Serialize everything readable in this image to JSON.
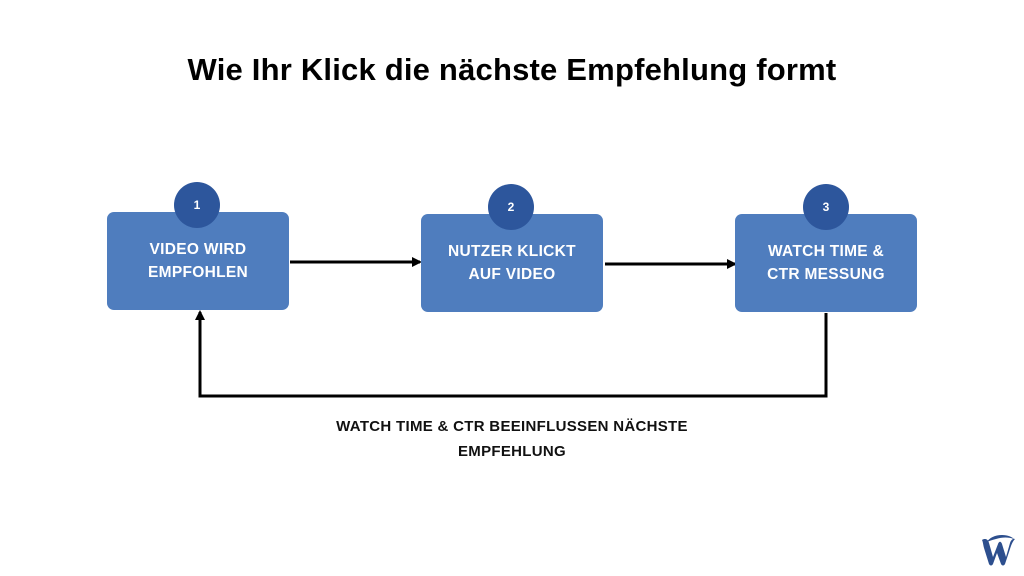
{
  "title": "Wie Ihr Klick die nächste Empfehlung formt",
  "colors": {
    "box": "#4F7DBE",
    "badge": "#2D569C",
    "arrow": "#000000"
  },
  "steps": [
    {
      "number": "1",
      "label": "VIDEO WIRD\nEMPFOHLEN"
    },
    {
      "number": "2",
      "label": "NUTZER KLICKT\nAUF VIDEO"
    },
    {
      "number": "3",
      "label": "WATCH TIME &\nCTR  MESSUNG"
    }
  ],
  "feedback_caption": "WATCH TIME & CTR BEEINFLUSSEN NÄCHSTE\nEMPFEHLUNG",
  "logo": {
    "icon": "w-logo-icon"
  }
}
